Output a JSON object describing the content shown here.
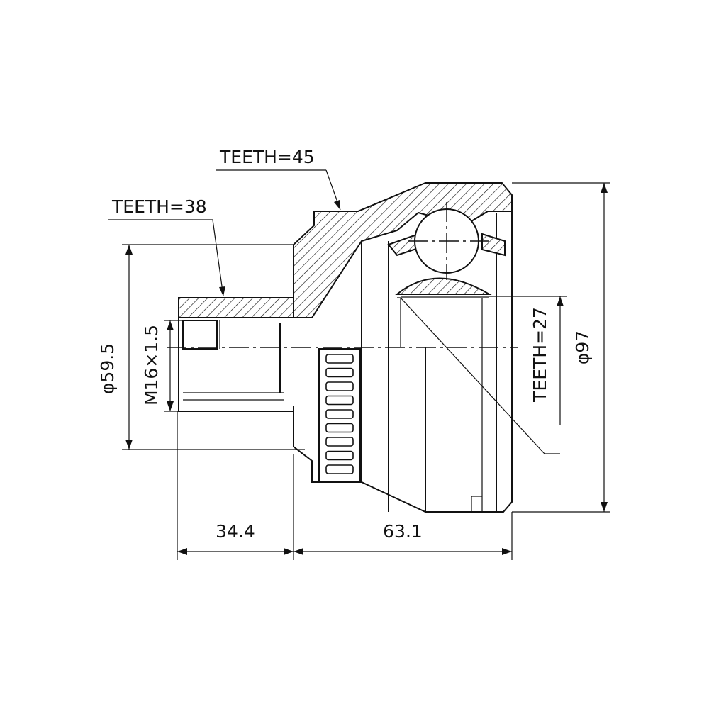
{
  "labels": {
    "teeth_outer": "TEETH=45",
    "teeth_shaft": "TEETH=38",
    "teeth_inner": "TEETH=27",
    "dia_shaft": "φ59.5",
    "thread": "M16×1.5",
    "dia_outer": "φ97",
    "len_shaft": "34.4",
    "len_body": "63.1"
  },
  "colors": {
    "line": "#111111",
    "background": "#ffffff"
  },
  "abs_ring_slots": 9
}
